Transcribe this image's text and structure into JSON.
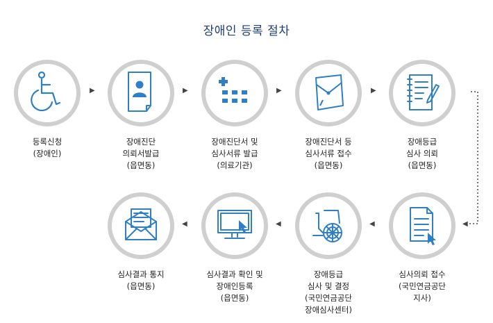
{
  "title": "장애인 등록 절차",
  "steps": [
    {
      "icon": "wheelchair-icon",
      "lines": [
        "등록신청",
        "(장애인)"
      ]
    },
    {
      "icon": "document-person-icon",
      "lines": [
        "장애진단",
        "의뢰서발급",
        "(읍면동)"
      ]
    },
    {
      "icon": "hospital-icon",
      "lines": [
        "장애진단서 및",
        "심사서류 발급",
        "(의료기관)"
      ]
    },
    {
      "icon": "envelope-document-icon",
      "lines": [
        "장애진단서 등",
        "심사서류 접수",
        "(읍면동)"
      ]
    },
    {
      "icon": "notebook-pen-icon",
      "lines": [
        "장애등급",
        "심사 의뢰",
        "(읍면동)"
      ]
    },
    {
      "icon": "document-cursor-icon",
      "lines": [
        "심사의뢰 접수",
        "(국민연금공단",
        "지사)"
      ]
    },
    {
      "icon": "wheelchair-side-icon",
      "lines": [
        "장애등급",
        "심사 및 결정",
        "(국민연금공단",
        "장애심사센터)"
      ]
    },
    {
      "icon": "monitor-cursor-icon",
      "lines": [
        "심사결과 확인 및",
        "장애인등록",
        "(읍면동)"
      ]
    },
    {
      "icon": "mail-letter-icon",
      "lines": [
        "심사결과 통지",
        "(읍면동)"
      ]
    }
  ],
  "colors": {
    "primary": "#2f7fc4",
    "ring": "#cfcfcf",
    "title": "#1f3f73"
  }
}
